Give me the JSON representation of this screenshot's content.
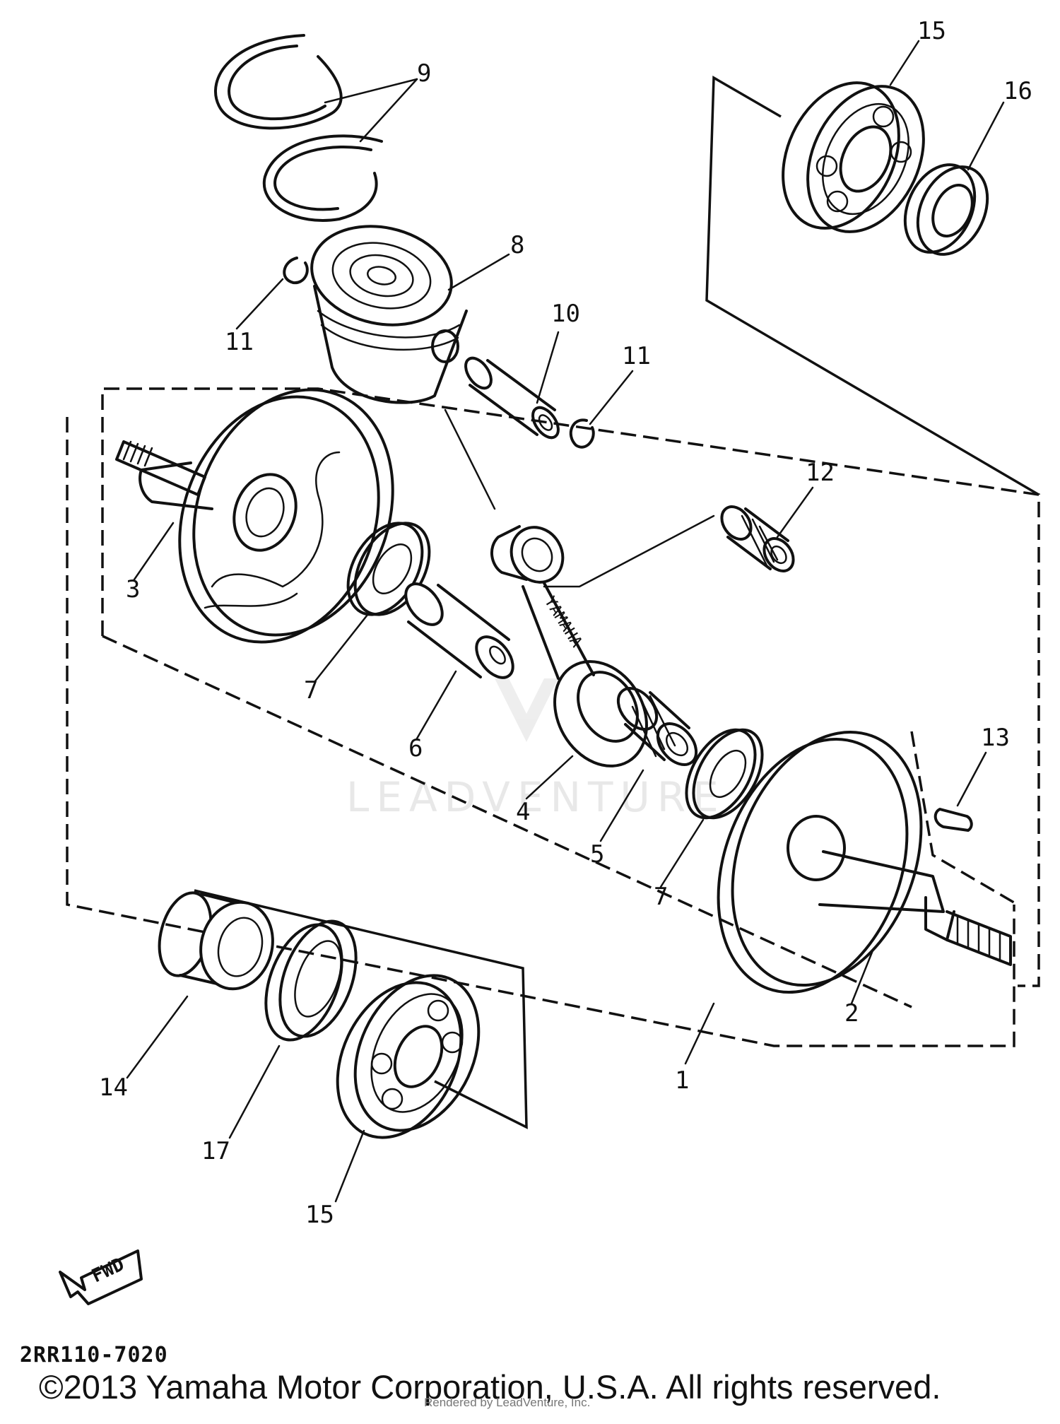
{
  "diagram_id": "2RR110-7020",
  "copyright": "©2013 Yamaha Motor Corporation, U.S.A. All rights reserved.",
  "rendered_by": "Rendered by LeadVenture, Inc.",
  "watermark": "LEADVENTURE",
  "rod_marking": "YAMAHA",
  "fwd_label": "FWD",
  "callouts": {
    "c1": "1",
    "c2": "2",
    "c3": "3",
    "c4": "4",
    "c5": "5",
    "c6": "6",
    "c7a": "7",
    "c7b": "7",
    "c8": "8",
    "c9": "9",
    "c10": "10",
    "c11a": "11",
    "c11b": "11",
    "c12": "12",
    "c13": "13",
    "c14": "14",
    "c15a": "15",
    "c15b": "15",
    "c16": "16",
    "c17": "17"
  }
}
